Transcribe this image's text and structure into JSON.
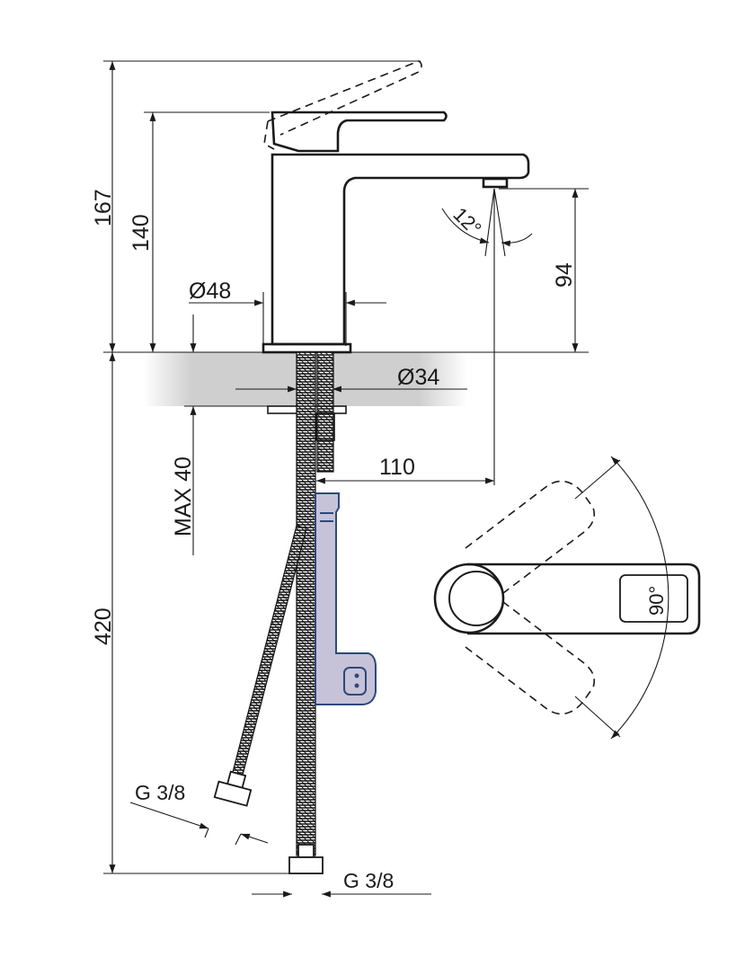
{
  "dimensions": {
    "total_height": "167",
    "lever_height": "140",
    "body_diameter": "Ø48",
    "shank_diameter": "Ø34",
    "spout_height": "94",
    "spray_angle": "12°",
    "spout_reach": "110",
    "max_counter_thickness": "MAX 40",
    "hose_length": "420",
    "lever_rotation": "90°",
    "hose_thread_left": "G 3/8",
    "hose_thread_bottom": "G 3/8"
  },
  "colors": {
    "line": "#1a1a1a",
    "clip_fill": "#c6c2d8",
    "clip_stroke": "#2c4a7a",
    "counter_gray": "#c8c8c8"
  }
}
